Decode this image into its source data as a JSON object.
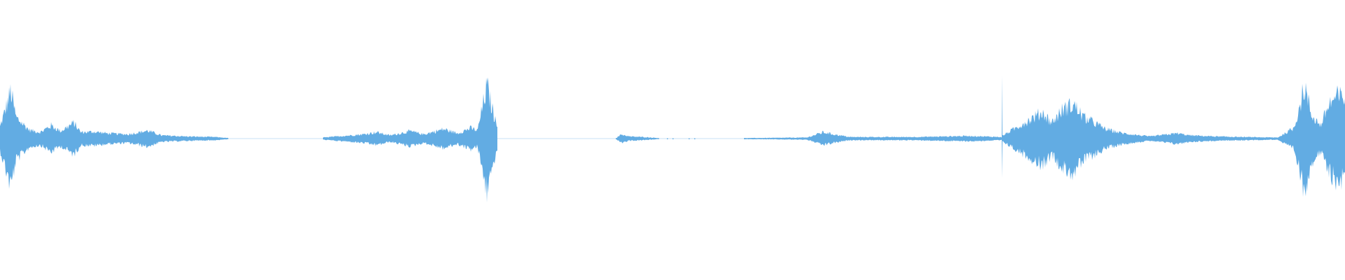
{
  "waveform": {
    "color": "#62ACE3",
    "background": "#FFFFFF",
    "segments": [
      {
        "start": 0.0,
        "end": 0.17,
        "envelope": [
          [
            0.0,
            0.22
          ],
          [
            0.004,
            0.55
          ],
          [
            0.008,
            0.9
          ],
          [
            0.012,
            0.4
          ],
          [
            0.017,
            0.28
          ],
          [
            0.022,
            0.16
          ],
          [
            0.03,
            0.12
          ],
          [
            0.038,
            0.25
          ],
          [
            0.045,
            0.14
          ],
          [
            0.055,
            0.3
          ],
          [
            0.06,
            0.12
          ],
          [
            0.07,
            0.13
          ],
          [
            0.08,
            0.1
          ],
          [
            0.095,
            0.08
          ],
          [
            0.11,
            0.15
          ],
          [
            0.12,
            0.06
          ],
          [
            0.14,
            0.04
          ],
          [
            0.16,
            0.03
          ],
          [
            0.17,
            0.01
          ]
        ]
      },
      {
        "start": 0.24,
        "end": 0.37,
        "envelope": [
          [
            0.24,
            0.02
          ],
          [
            0.255,
            0.05
          ],
          [
            0.27,
            0.08
          ],
          [
            0.28,
            0.12
          ],
          [
            0.29,
            0.06
          ],
          [
            0.305,
            0.14
          ],
          [
            0.315,
            0.08
          ],
          [
            0.33,
            0.18
          ],
          [
            0.34,
            0.1
          ],
          [
            0.35,
            0.2
          ],
          [
            0.355,
            0.15
          ],
          [
            0.362,
            1.0
          ],
          [
            0.368,
            0.35
          ],
          [
            0.375,
            0.15
          ],
          [
            0.385,
            0.08
          ],
          [
            0.4,
            0.1
          ],
          [
            0.41,
            0.03
          ],
          [
            0.44,
            0.01
          ]
        ]
      },
      {
        "start": 0.458,
        "end": 0.49,
        "envelope": [
          [
            0.458,
            0.01
          ],
          [
            0.462,
            0.08
          ],
          [
            0.468,
            0.04
          ],
          [
            0.478,
            0.03
          ],
          [
            0.49,
            0.01
          ]
        ]
      },
      {
        "start": 0.553,
        "end": 0.745,
        "envelope": [
          [
            0.553,
            0.01
          ],
          [
            0.6,
            0.02
          ],
          [
            0.612,
            0.12
          ],
          [
            0.62,
            0.08
          ],
          [
            0.632,
            0.03
          ],
          [
            0.68,
            0.03
          ],
          [
            0.7,
            0.04
          ],
          [
            0.72,
            0.05
          ],
          [
            0.745,
            0.03
          ]
        ]
      },
      {
        "start": 0.745,
        "end": 0.97,
        "envelope": [
          [
            0.745,
            0.05
          ],
          [
            0.755,
            0.2
          ],
          [
            0.765,
            0.35
          ],
          [
            0.775,
            0.5
          ],
          [
            0.782,
            0.3
          ],
          [
            0.79,
            0.55
          ],
          [
            0.798,
            0.65
          ],
          [
            0.806,
            0.4
          ],
          [
            0.814,
            0.3
          ],
          [
            0.822,
            0.18
          ],
          [
            0.835,
            0.1
          ],
          [
            0.855,
            0.04
          ],
          [
            0.875,
            0.1
          ],
          [
            0.885,
            0.06
          ],
          [
            0.905,
            0.04
          ],
          [
            0.925,
            0.03
          ],
          [
            0.95,
            0.02
          ],
          [
            0.962,
            0.2
          ],
          [
            0.97,
            1.0
          ]
        ]
      },
      {
        "start": 0.97,
        "end": 1.0,
        "envelope": [
          [
            0.97,
            1.0
          ],
          [
            0.975,
            0.45
          ],
          [
            0.982,
            0.25
          ],
          [
            0.988,
            0.65
          ],
          [
            0.994,
            0.8
          ],
          [
            1.0,
            0.78
          ]
        ]
      }
    ],
    "dots": [
      0.242,
      0.244,
      0.483,
      0.496,
      0.5,
      0.512,
      0.516,
      0.553,
      0.556,
      0.559
    ]
  }
}
